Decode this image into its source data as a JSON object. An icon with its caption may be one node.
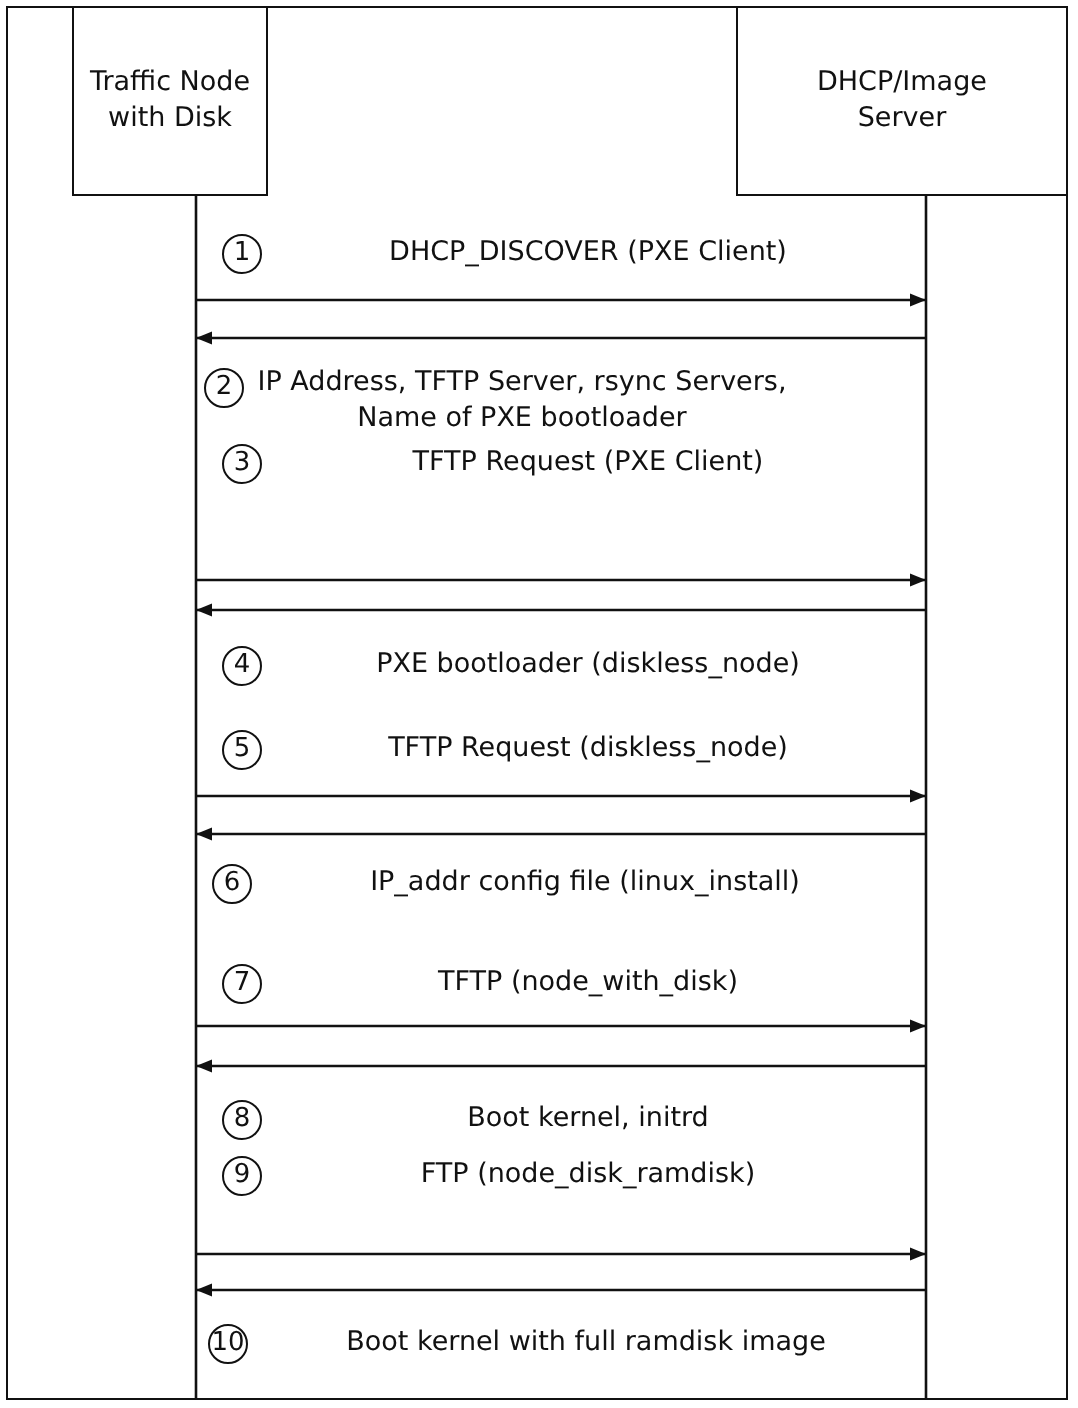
{
  "diagram": {
    "nodes": [
      {
        "text": [
          "Traffic Node with Disk"
        ]
      },
      {
        "text": [
          "DHCP/Image Server"
        ]
      }
    ],
    "edges": [
      {
        "from": 0,
        "to": 1,
        "arrow": "to",
        "label": "DHCP_DISCOVER (PXE Client)"
      },
      {
        "from": 1,
        "to": 0,
        "arrow": "to",
        "label": "IP Address, TFTP Server, rsync Servers, Name of PXE bootloader"
      },
      {
        "from": 0,
        "to": 1,
        "arrow": "to",
        "label": "TFTP Request (PXE Client)"
      },
      {
        "from": 1,
        "to": 0,
        "arrow": "to",
        "label": "PXE bootloader (diskless_node)"
      },
      {
        "from": 0,
        "to": 1,
        "arrow": "to",
        "label": "TFTP Request (diskless_node)"
      },
      {
        "from": 1,
        "to": 0,
        "arrow": "to",
        "label": "IP_addr config file (linux_install)"
      },
      {
        "from": 0,
        "to": 1,
        "arrow": "to",
        "label": "TFTP (node_with_disk)"
      },
      {
        "from": 1,
        "to": 0,
        "arrow": "to",
        "label": "Boot kernel, initrd"
      },
      {
        "from": 0,
        "to": 1,
        "arrow": "to",
        "label": "FTP (node_disk_ramdisk)"
      },
      {
        "from": 1,
        "to": 0,
        "arrow": "to",
        "label": "Boot kernel with full ramdisk image"
      }
    ],
    "labels": [
      "1",
      "2",
      "3",
      "4",
      "5",
      "6",
      "7",
      "8",
      "9",
      "10"
    ]
  }
}
